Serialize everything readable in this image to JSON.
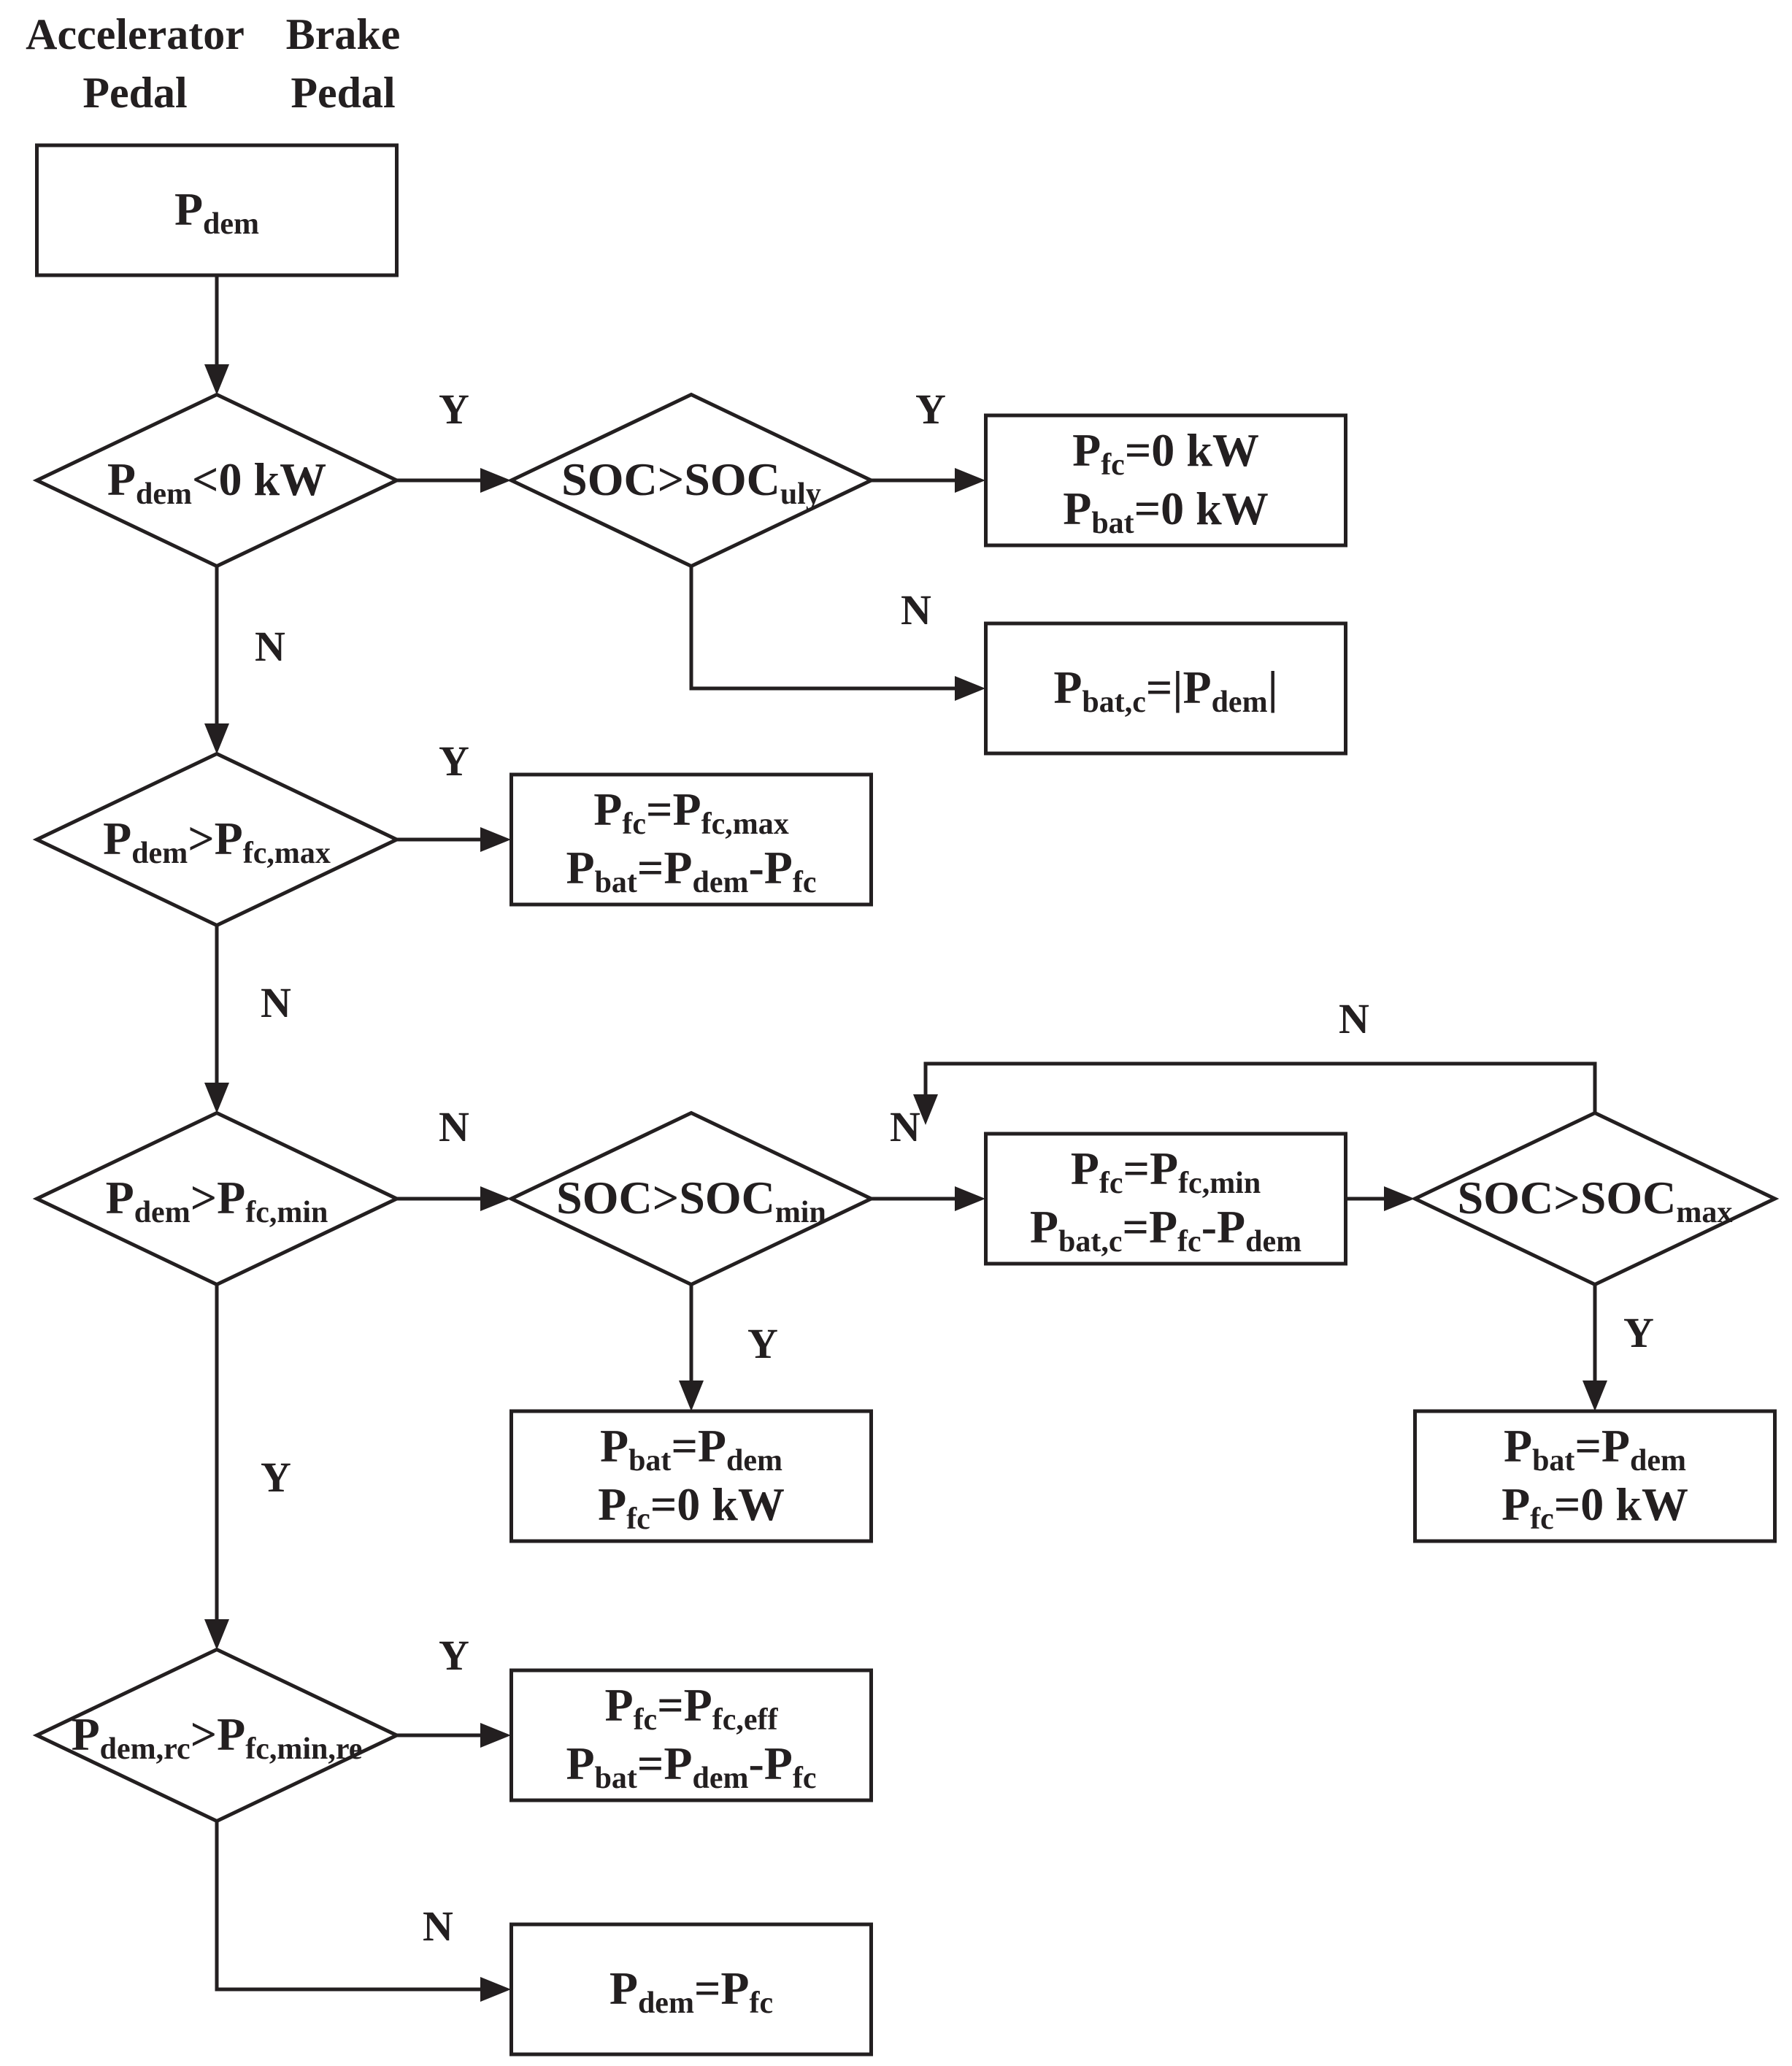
{
  "header": {
    "accelerator": [
      "Accelerator",
      "Pedal"
    ],
    "brake": [
      "Brake",
      "Pedal"
    ]
  },
  "nodes": [
    {
      "id": "start",
      "type": "process",
      "lines": [
        [
          "P",
          "dem"
        ]
      ]
    },
    {
      "id": "d1",
      "type": "decision",
      "lines": [
        [
          "P",
          "dem",
          "<0 kW"
        ]
      ]
    },
    {
      "id": "d1b",
      "type": "decision",
      "lines": [
        [
          "SOC>SOC",
          "uly"
        ]
      ]
    },
    {
      "id": "r1",
      "type": "process",
      "lines": [
        [
          "P",
          "fc",
          "=0 kW"
        ],
        [
          "P",
          "bat",
          "=0 kW"
        ]
      ]
    },
    {
      "id": "r2",
      "type": "process",
      "lines": [
        [
          "P",
          "bat,c",
          "=|P",
          "dem",
          "|"
        ]
      ]
    },
    {
      "id": "d2",
      "type": "decision",
      "lines": [
        [
          "P",
          "dem",
          ">P",
          "fc,max"
        ]
      ]
    },
    {
      "id": "r3",
      "type": "process",
      "lines": [
        [
          "P",
          "fc",
          "=P",
          "fc,max"
        ],
        [
          "P",
          "bat",
          "=P",
          "dem",
          "-P",
          "fc"
        ]
      ]
    },
    {
      "id": "d3",
      "type": "decision",
      "lines": [
        [
          "P",
          "dem",
          ">P",
          "fc,min"
        ]
      ]
    },
    {
      "id": "d3b",
      "type": "decision",
      "lines": [
        [
          "SOC>SOC",
          "min"
        ]
      ]
    },
    {
      "id": "r4",
      "type": "process",
      "lines": [
        [
          "P",
          "fc",
          "=P",
          "fc,min"
        ],
        [
          "P",
          "bat,c",
          "=P",
          "fc",
          "-P",
          "dem"
        ]
      ]
    },
    {
      "id": "d3c",
      "type": "decision",
      "lines": [
        [
          "SOC>SOC",
          "max"
        ]
      ]
    },
    {
      "id": "r5",
      "type": "process",
      "lines": [
        [
          "P",
          "bat",
          "=P",
          "dem"
        ],
        [
          "P",
          "fc",
          "=0 kW"
        ]
      ]
    },
    {
      "id": "r6",
      "type": "process",
      "lines": [
        [
          "P",
          "bat",
          "=P",
          "dem"
        ],
        [
          "P",
          "fc",
          "=0 kW"
        ]
      ]
    },
    {
      "id": "d4",
      "type": "decision",
      "lines": [
        [
          "P",
          "dem,rc",
          ">P",
          "fc,min,re"
        ]
      ]
    },
    {
      "id": "r7",
      "type": "process",
      "lines": [
        [
          "P",
          "fc",
          "=P",
          "fc,eff"
        ],
        [
          "P",
          "bat",
          "=P",
          "dem",
          "-P",
          "fc"
        ]
      ]
    },
    {
      "id": "r8",
      "type": "process",
      "lines": [
        [
          "P",
          "dem",
          "=P",
          "fc"
        ]
      ]
    }
  ],
  "edges": [
    {
      "from": "start",
      "to": "d1",
      "label": ""
    },
    {
      "from": "d1",
      "to": "d1b",
      "label": "Y"
    },
    {
      "from": "d1b",
      "to": "r1",
      "label": "Y"
    },
    {
      "from": "d1b",
      "to": "r2",
      "label": "N"
    },
    {
      "from": "d1",
      "to": "d2",
      "label": "N"
    },
    {
      "from": "d2",
      "to": "r3",
      "label": "Y"
    },
    {
      "from": "d2",
      "to": "d3",
      "label": "N"
    },
    {
      "from": "d3",
      "to": "d3b",
      "label": "N"
    },
    {
      "from": "d3b",
      "to": "r4",
      "label": "N"
    },
    {
      "from": "d3b",
      "to": "r5",
      "label": "Y"
    },
    {
      "from": "r4",
      "to": "d3c",
      "label": ""
    },
    {
      "from": "d3c",
      "to": "r4",
      "label": "N"
    },
    {
      "from": "d3c",
      "to": "r6",
      "label": "Y"
    },
    {
      "from": "d3",
      "to": "d4",
      "label": "Y"
    },
    {
      "from": "d4",
      "to": "r7",
      "label": "Y"
    },
    {
      "from": "d4",
      "to": "r8",
      "label": "N"
    }
  ],
  "colors": {
    "ink": "#231f20",
    "background": "#ffffff"
  }
}
